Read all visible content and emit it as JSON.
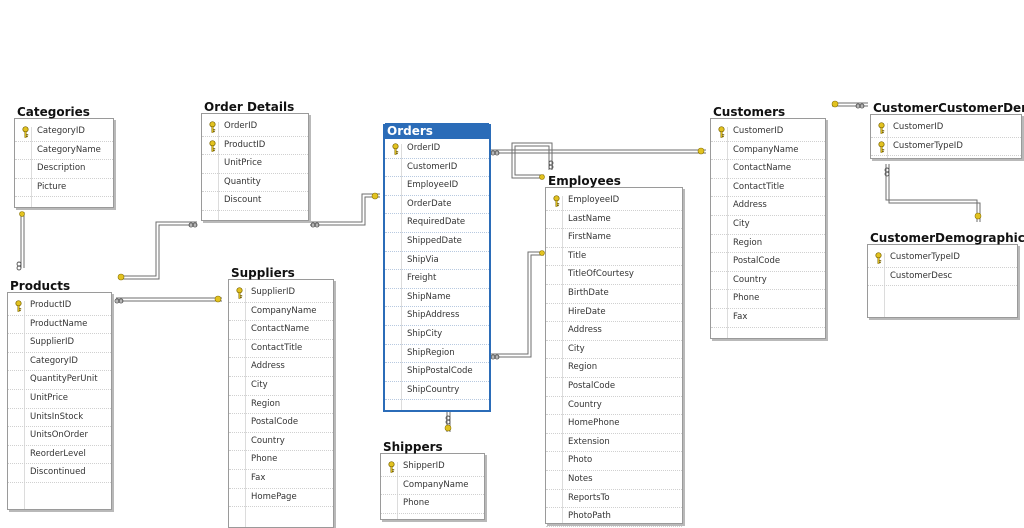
{
  "colors": {
    "selected": "#2b6cb8",
    "key": "#e2c220",
    "line": "#6e6e6e",
    "border": "#9a9a9a"
  },
  "key_icon": "key-icon",
  "tables": {
    "categories": {
      "name": "Categories",
      "columns": [
        "CategoryID",
        "CategoryName",
        "Description",
        "Picture"
      ],
      "key_columns": [
        "CategoryID"
      ]
    },
    "order_details": {
      "name": "Order Details",
      "columns": [
        "OrderID",
        "ProductID",
        "UnitPrice",
        "Quantity",
        "Discount"
      ],
      "key_columns": [
        "OrderID",
        "ProductID"
      ]
    },
    "orders": {
      "name": "Orders",
      "columns": [
        "OrderID",
        "CustomerID",
        "EmployeeID",
        "OrderDate",
        "RequiredDate",
        "ShippedDate",
        "ShipVia",
        "Freight",
        "ShipName",
        "ShipAddress",
        "ShipCity",
        "ShipRegion",
        "ShipPostalCode",
        "ShipCountry"
      ],
      "key_columns": [
        "OrderID"
      ]
    },
    "employees": {
      "name": "Employees",
      "columns": [
        "EmployeeID",
        "LastName",
        "FirstName",
        "Title",
        "TitleOfCourtesy",
        "BirthDate",
        "HireDate",
        "Address",
        "City",
        "Region",
        "PostalCode",
        "Country",
        "HomePhone",
        "Extension",
        "Photo",
        "Notes",
        "ReportsTo",
        "PhotoPath"
      ],
      "key_columns": [
        "EmployeeID"
      ]
    },
    "customers": {
      "name": "Customers",
      "columns": [
        "CustomerID",
        "CompanyName",
        "ContactName",
        "ContactTitle",
        "Address",
        "City",
        "Region",
        "PostalCode",
        "Country",
        "Phone",
        "Fax"
      ],
      "key_columns": [
        "CustomerID"
      ]
    },
    "customer_customer_demo": {
      "name": "CustomerCustomerDemo",
      "columns": [
        "CustomerID",
        "CustomerTypeID"
      ],
      "key_columns": [
        "CustomerID",
        "CustomerTypeID"
      ]
    },
    "customer_demographics": {
      "name": "CustomerDemographics",
      "columns": [
        "CustomerTypeID",
        "CustomerDesc"
      ],
      "key_columns": [
        "CustomerTypeID"
      ]
    },
    "products": {
      "name": "Products",
      "columns": [
        "ProductID",
        "ProductName",
        "SupplierID",
        "CategoryID",
        "QuantityPerUnit",
        "UnitPrice",
        "UnitsInStock",
        "UnitsOnOrder",
        "ReorderLevel",
        "Discontinued"
      ],
      "key_columns": [
        "ProductID"
      ]
    },
    "suppliers": {
      "name": "Suppliers",
      "columns": [
        "SupplierID",
        "CompanyName",
        "ContactName",
        "ContactTitle",
        "Address",
        "City",
        "Region",
        "PostalCode",
        "Country",
        "Phone",
        "Fax",
        "HomePage"
      ],
      "key_columns": [
        "SupplierID"
      ]
    },
    "shippers": {
      "name": "Shippers",
      "columns": [
        "ShipperID",
        "CompanyName",
        "Phone"
      ],
      "key_columns": [
        "ShipperID"
      ]
    }
  },
  "relationships": [
    {
      "from": "Categories",
      "to": "Products"
    },
    {
      "from": "Products",
      "to": "Order Details"
    },
    {
      "from": "Orders",
      "to": "Order Details"
    },
    {
      "from": "Suppliers",
      "to": "Products"
    },
    {
      "from": "Employees",
      "to": "Orders"
    },
    {
      "from": "Customers",
      "to": "Orders"
    },
    {
      "from": "Shippers",
      "to": "Orders"
    },
    {
      "from": "Employees",
      "to": "Employees"
    },
    {
      "from": "Customers",
      "to": "CustomerCustomerDemo"
    },
    {
      "from": "CustomerDemographics",
      "to": "CustomerCustomerDemo"
    }
  ]
}
